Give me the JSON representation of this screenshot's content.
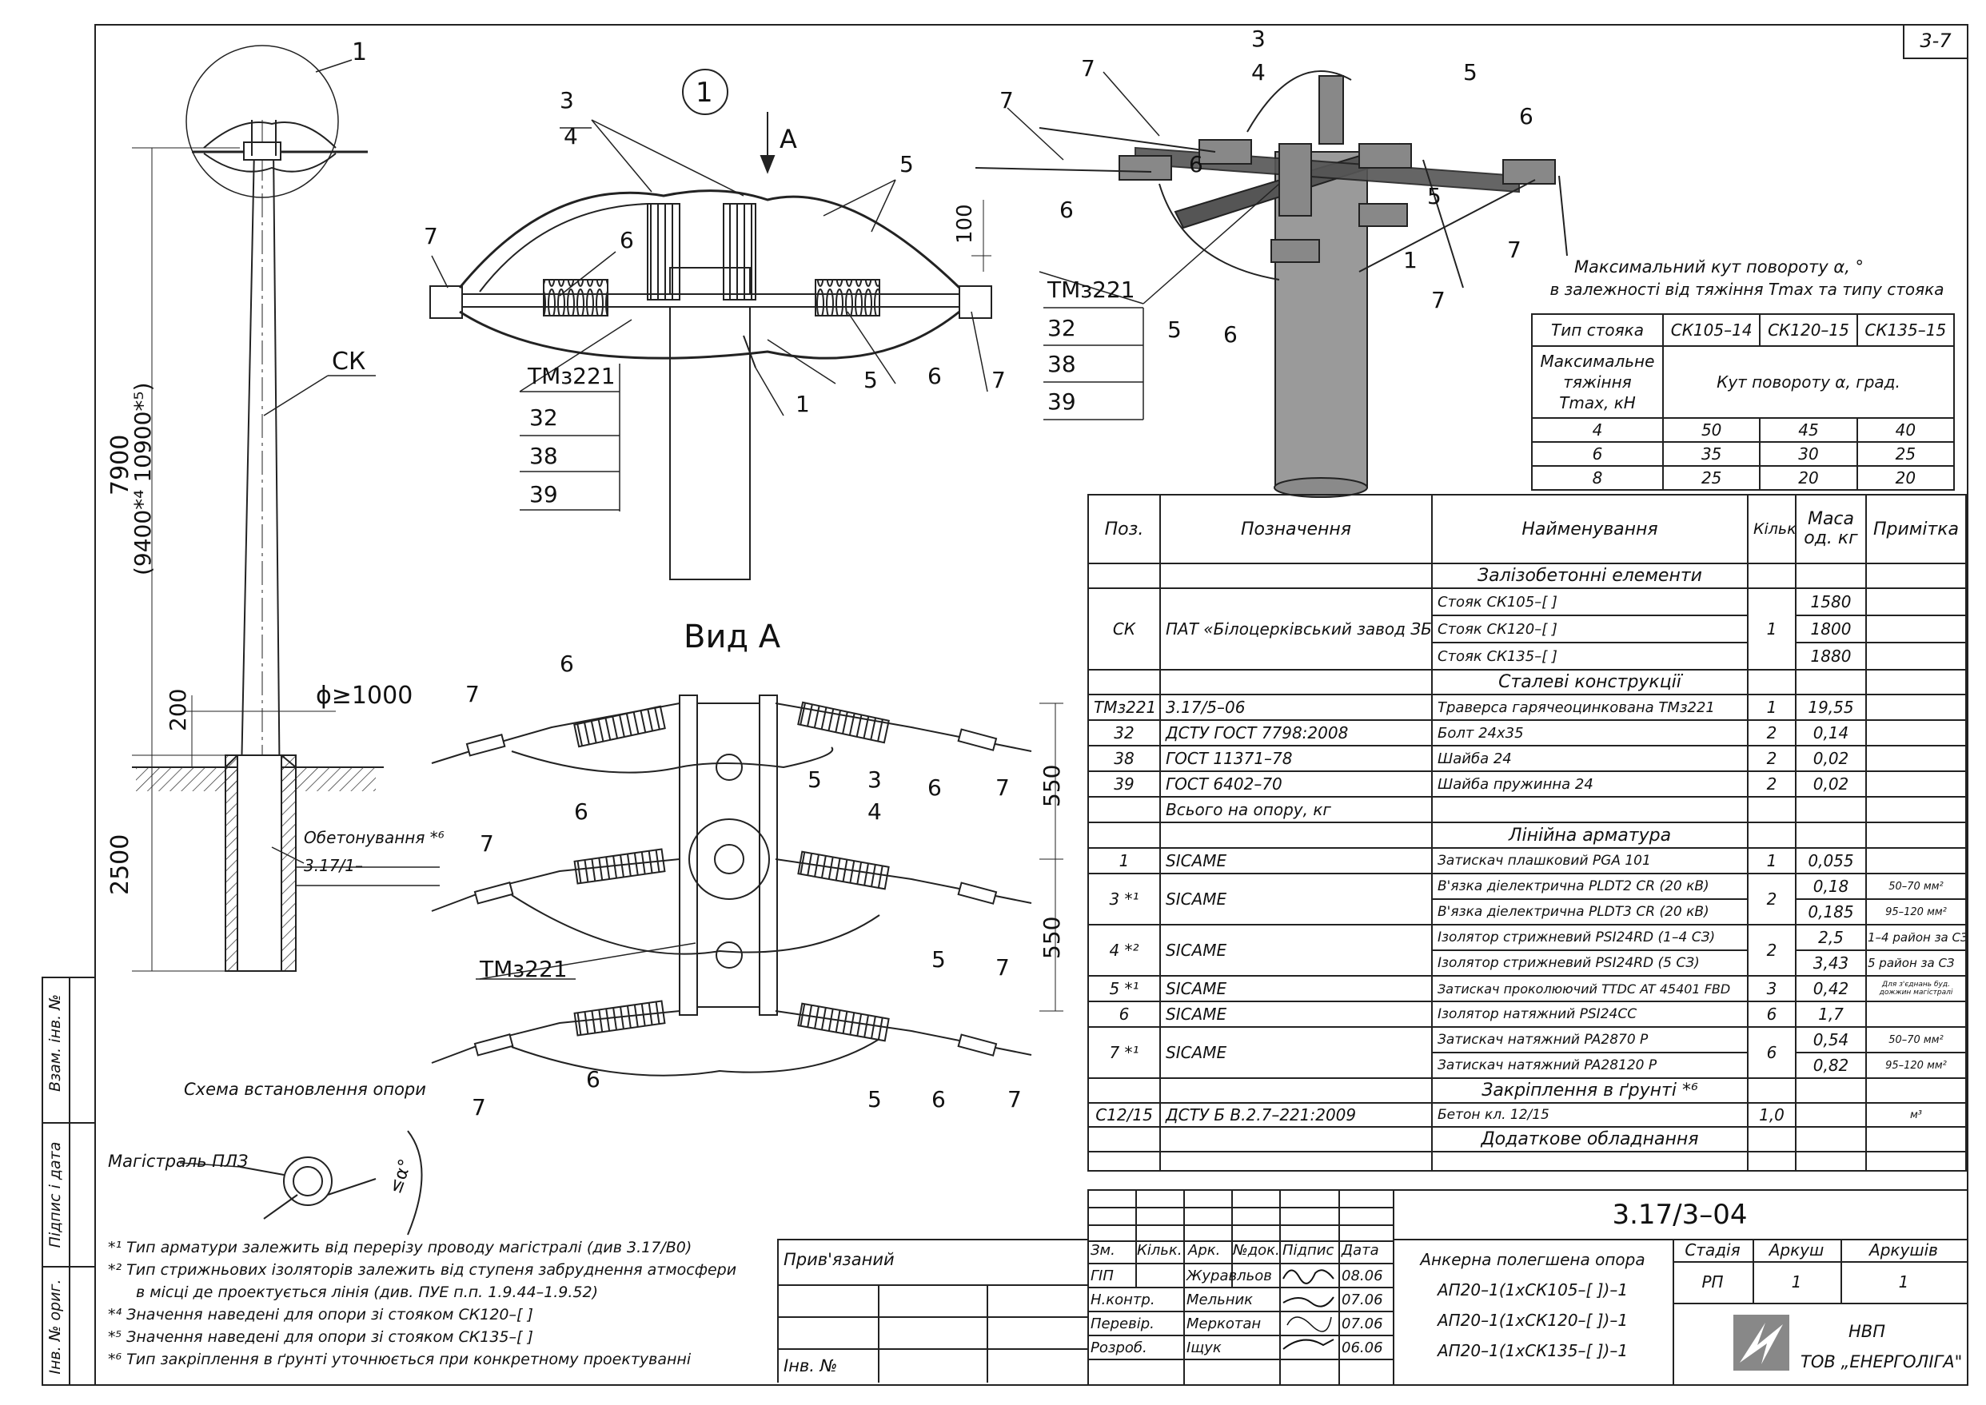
{
  "sheet_code": "3-7",
  "view_numbers": {
    "detail": "1",
    "view_a_title": "Вид А",
    "view_arrow": "A"
  },
  "pole": {
    "label_ck": "СК",
    "dim_height": "7900",
    "dim_height_alt": "(9400*⁴ 10900*⁵)",
    "dim_200": "200",
    "dim_2500": "2500",
    "dim_dia": "ϕ≥1000",
    "concrete_label": "Обетонування *⁶",
    "concrete_ref": "3.17/1–"
  },
  "detail_labels": {
    "tm": "ТМз221",
    "b32": "32",
    "b38": "38",
    "b39": "39",
    "d100": "100",
    "d550a": "550",
    "d550b": "550"
  },
  "callouts": [
    "1",
    "3",
    "4",
    "5",
    "6",
    "7"
  ],
  "install_scheme": {
    "title": "Схема встановлення опори",
    "main_line": "Магістраль ПЛЗ",
    "angle": "≤α°"
  },
  "angle_table": {
    "caption1": "Максимальний кут повороту α, °",
    "caption2": "в залежності від тяжіння Tmax та типу стояка",
    "head_type": "Тип стояка",
    "types": [
      "СК105–14",
      "СК120–15",
      "СК135–15"
    ],
    "head_force1": "Максимальне",
    "head_force2": "тяжіння",
    "head_force3": "Tmax, кН",
    "head_angle": "Кут повороту α, град.",
    "rows": [
      {
        "t": "4",
        "v": [
          "50",
          "45",
          "40"
        ]
      },
      {
        "t": "6",
        "v": [
          "35",
          "30",
          "25"
        ]
      },
      {
        "t": "8",
        "v": [
          "25",
          "20",
          "20"
        ]
      }
    ]
  },
  "spec": {
    "head": {
      "pos": "Поз.",
      "desig": "Позначення",
      "name": "Найменування",
      "qty": "Кільк.",
      "mass1": "Маса",
      "mass2": "од. кг",
      "note": "Примітка"
    },
    "sec_concrete": "Залізобетонні елементи",
    "ck_pos": "СК",
    "ck_desig": "ПАТ «Білоцерківський завод ЗБК»",
    "ck_items": [
      {
        "name": "Стояк СК105–[ ]",
        "mass": "1580"
      },
      {
        "name": "Стояк СК120–[ ]",
        "mass": "1800"
      },
      {
        "name": "Стояк СК135–[ ]",
        "mass": "1880"
      }
    ],
    "ck_qty": "1",
    "sec_steel": "Сталеві конструкції",
    "steel": [
      {
        "pos": "ТМз221",
        "desig": "3.17/5–06",
        "name": "Траверса гарячеоцинкована ТМз221",
        "qty": "1",
        "mass": "19,55",
        "note": ""
      },
      {
        "pos": "32",
        "desig": "ДСТУ ГОСТ 7798:2008",
        "name": "Болт 24х35",
        "qty": "2",
        "mass": "0,14",
        "note": ""
      },
      {
        "pos": "38",
        "desig": "ГОСТ 11371–78",
        "name": "Шайба 24",
        "qty": "2",
        "mass": "0,02",
        "note": ""
      },
      {
        "pos": "39",
        "desig": "ГОСТ 6402–70",
        "name": "Шайба пружинна 24",
        "qty": "2",
        "mass": "0,02",
        "note": ""
      }
    ],
    "steel_total": "Всього на опору, кг",
    "sec_line": "Лінійна арматура",
    "line1": {
      "pos": "1",
      "desig": "SICAME",
      "name": "Затискач плашковий PGA 101",
      "qty": "1",
      "mass": "0,055"
    },
    "line3": {
      "pos": "3 *¹",
      "desig": "SICAME",
      "qty": "2",
      "items": [
        {
          "name": "В'язка діелектрична PLDT2 CR (20 кВ)",
          "mass": "0,18",
          "note": "50–70 мм²"
        },
        {
          "name": "В'язка діелектрична PLDT3 CR (20 кВ)",
          "mass": "0,185",
          "note": "95–120 мм²"
        }
      ]
    },
    "line4": {
      "pos": "4 *²",
      "desig": "SICAME",
      "qty": "2",
      "items": [
        {
          "name": "Ізолятор стрижневий PSI24RD (1–4 СЗ)",
          "mass": "2,5",
          "note": "1–4 район за СЗ"
        },
        {
          "name": "Ізолятор стрижневий PSI24RD (5 СЗ)",
          "mass": "3,43",
          "note": "5 район за СЗ"
        }
      ]
    },
    "line5": {
      "pos": "5 *¹",
      "desig": "SICAME",
      "name": "Затискач проколюючий TTDC AT 45401 FBD",
      "qty": "3",
      "mass": "0,42",
      "note1": "Для з'єднань буд.",
      "note2": "дожжин магістралі"
    },
    "line6": {
      "pos": "6",
      "desig": "SICAME",
      "name": "Ізолятор натяжний PSI24CC",
      "qty": "6",
      "mass": "1,7"
    },
    "line7": {
      "pos": "7 *¹",
      "desig": "SICAME",
      "qty": "6",
      "items": [
        {
          "name": "Затискач натяжний PA2870 P",
          "mass": "0,54",
          "note": "50–70 мм²"
        },
        {
          "name": "Затискач натяжний PA28120 P",
          "mass": "0,82",
          "note": "95–120 мм²"
        }
      ]
    },
    "sec_ground": "Закріплення в ґрунті *⁶",
    "ground": {
      "pos": "С12/15",
      "desig": "ДСТУ Б В.2.7–221:2009",
      "name": "Бетон кл. 12/15",
      "qty": "1,0",
      "note": "м³"
    },
    "sec_extra": "Додаткове обладнання"
  },
  "notes": [
    "*¹ Тип арматури залежить від перерізу проводу магістралі (див 3.17/В0)",
    "*² Тип стрижньових ізоляторів залежить від ступеня забруднення атмосфери",
    "в місці де проектується лінія (див. ПУЕ п.п. 1.9.44–1.9.52)",
    "*⁴ Значення наведені для опори зі стояком СК120–[ ]",
    "*⁵ Значення наведені для опори зі стояком СК135–[ ]",
    "*⁶ Тип закріплення в ґрунті уточнюється при конкретному проектуванні"
  ],
  "side_stamps": [
    "Взам. інв. №",
    "Підпис і дата",
    "Інв. № ориг."
  ],
  "title_block": {
    "bound": "Прив'язаний",
    "inv": "Інв. №",
    "code": "3.17/3–04",
    "head": [
      "Зм.",
      "Кільк.",
      "Арк.",
      "№док.",
      "Підпис",
      "Дата"
    ],
    "people": [
      {
        "role": "ГІП",
        "name": "Журавльов",
        "date": "08.06"
      },
      {
        "role": "Н.контр.",
        "name": "Мельник",
        "date": "07.06"
      },
      {
        "role": "Перевір.",
        "name": "Меркотан",
        "date": "07.06"
      },
      {
        "role": "Розроб.",
        "name": "Іщук",
        "date": "06.06"
      }
    ],
    "title1": "Анкерна полегшена опора",
    "title2": "АП20–1(1хСК105–[ ])–1",
    "title3": "АП20–1(1хСК120–[ ])–1",
    "title4": "АП20–1(1хСК135–[ ])–1",
    "stage_h": "Стадія",
    "sheet_h": "Аркуш",
    "sheets_h": "Аркушів",
    "stage": "РП",
    "sheet": "1",
    "sheets": "1",
    "org1": "НВП",
    "org2": "ТОВ „ЕНЕРГОЛІГА\""
  }
}
